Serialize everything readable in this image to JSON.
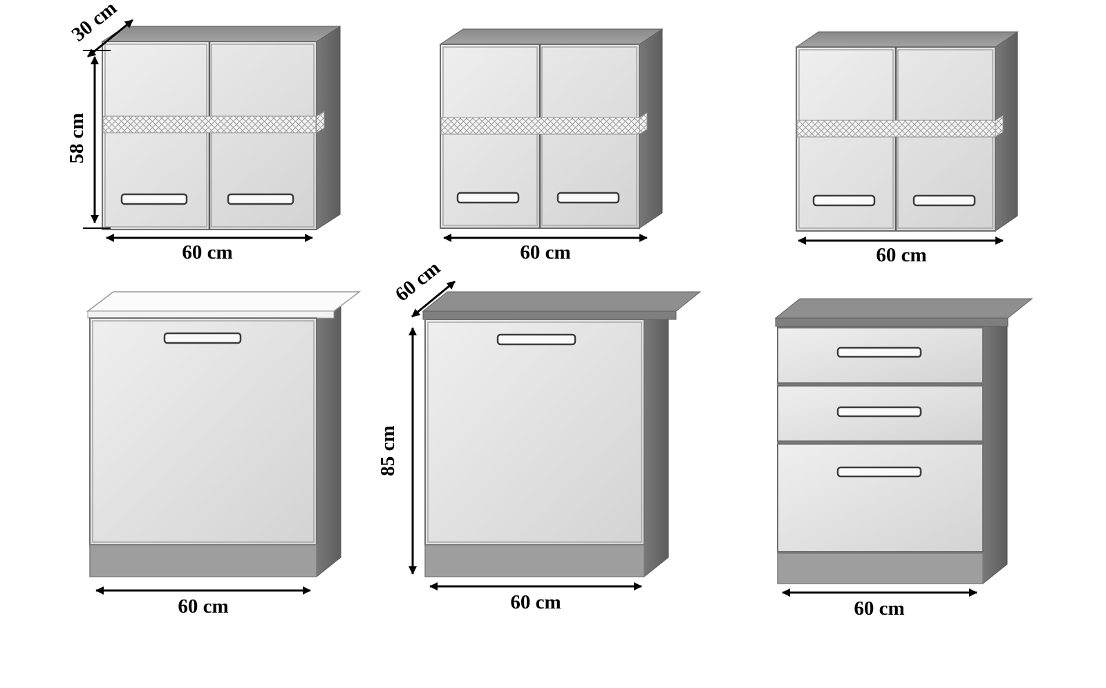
{
  "diagram": {
    "cabinets": [
      {
        "id": "wall-cabinet-1",
        "type": "wall cabinet, two doors, glass shelf",
        "width_label": "60 cm",
        "height_label": "58 cm",
        "depth_label": "30 cm"
      },
      {
        "id": "wall-cabinet-2",
        "type": "wall cabinet, two doors, glass shelf",
        "width_label": "60 cm"
      },
      {
        "id": "wall-cabinet-3",
        "type": "wall cabinet, two doors, glass shelf",
        "width_label": "60 cm"
      },
      {
        "id": "base-cabinet-1",
        "type": "base cabinet, single door, white worktop",
        "width_label": "60 cm"
      },
      {
        "id": "base-cabinet-2",
        "type": "base cabinet, single door",
        "width_label": "60 cm",
        "height_label": "85 cm",
        "depth_label": "60 cm"
      },
      {
        "id": "base-cabinet-3",
        "type": "base cabinet, three drawers",
        "width_label": "60 cm"
      }
    ],
    "colors": {
      "background": "#ffffff",
      "front_light": "#e2e2e2",
      "top_gray": "#8f8f8f",
      "side_dark": "#686868",
      "plinth_gray": "#9e9e9e",
      "worktop_white": "#fbfbfb",
      "dimension_black": "#000000"
    }
  }
}
